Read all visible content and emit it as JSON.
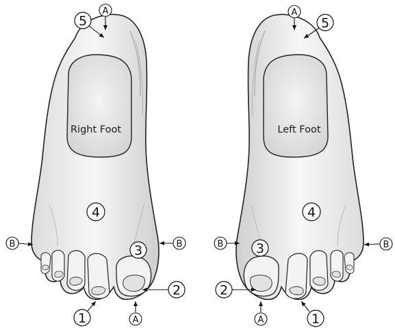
{
  "diagram": {
    "right_foot": {
      "label": "Right Foot",
      "callouts": {
        "n1": "1",
        "n2": "2",
        "n3": "3",
        "n4": "4",
        "n5": "5",
        "a_top": "A",
        "a_bottom": "A",
        "b_left": "B",
        "b_right": "B"
      }
    },
    "left_foot": {
      "label": "Left Foot",
      "callouts": {
        "n1": "1",
        "n2": "2",
        "n3": "3",
        "n4": "4",
        "n5": "5",
        "a_top": "A",
        "a_bottom": "A",
        "b_left": "B",
        "b_right": "B"
      }
    },
    "colors": {
      "stroke": "#222222",
      "skin": "#f2f2f2",
      "shade": "#c9c9c9",
      "sole": "#e6e6e6"
    }
  }
}
